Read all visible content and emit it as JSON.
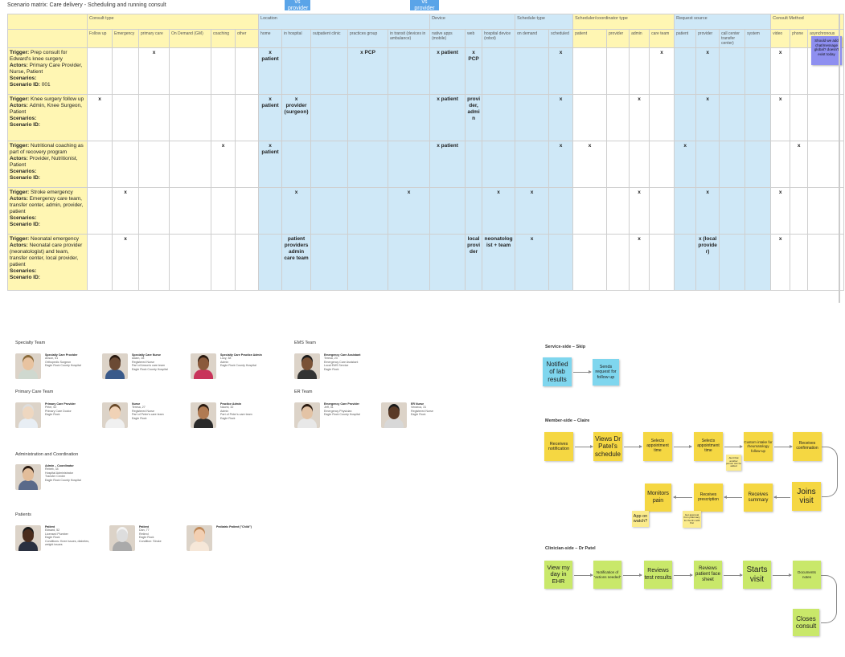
{
  "page_title": "Scenario matrix: Care delivery - Scheduling and running consult",
  "floating": [
    "vs provider",
    "vs provider"
  ],
  "purple_note": "Should we add chat/message global? doesn't exist today",
  "groups": [
    "Consult type",
    "Location",
    "Device",
    "Schedule type",
    "Scheduler/coordinator type",
    "Request source",
    "Consult Method"
  ],
  "columns": [
    "Follow up",
    "Emergency",
    "primary care",
    "On Demand (GM)",
    "coaching",
    "other",
    "home",
    "in hospital",
    "outpatient clinic",
    "practices group",
    "in transit (devices in ambulance)",
    "native apps (mobile)",
    "web",
    "hospital device (robot)",
    "on demand",
    "scheduled",
    "patient",
    "provider",
    "admin",
    "care team",
    "patient",
    "provider",
    "call center transfer center)",
    "system",
    "video",
    "phone",
    "asynchronous"
  ],
  "rows": [
    {
      "trigger": "Prep consult for Edward's knee surgery",
      "actors": "Primary Care Provider, Nurse, Patient",
      "scenario_id": "001",
      "cells": [
        "",
        "",
        "x",
        "",
        "",
        "",
        "x patient",
        "",
        "",
        "x PCP",
        "",
        "x patient",
        "x PCP",
        "",
        "",
        "x",
        "",
        "",
        "",
        "x",
        "",
        "x",
        "",
        "",
        "x",
        "",
        ""
      ]
    },
    {
      "trigger": "Knee surgery follow up",
      "actors": "Admin, Knee Surgeon, Patient",
      "scenario_id": "",
      "cells": [
        "x",
        "",
        "",
        "",
        "",
        "",
        "x patient",
        "x provider (surgeon)",
        "",
        "",
        "",
        "x patient",
        "provider, admin",
        "",
        "",
        "x",
        "",
        "",
        "x",
        "",
        "",
        "x",
        "",
        "",
        "x",
        "",
        ""
      ]
    },
    {
      "trigger": "Nutritional coaching as part of recovery program",
      "actors": "Provider, Nutritionist, Patient",
      "scenario_id": "",
      "cells": [
        "",
        "",
        "",
        "",
        "x",
        "",
        "x patient",
        "",
        "",
        "",
        "",
        "x patient",
        "",
        "",
        "",
        "x",
        "x",
        "",
        "",
        "",
        "x",
        "",
        "",
        "",
        "",
        "x",
        ""
      ]
    },
    {
      "trigger": "Stroke emergency",
      "actors": "Emergency care team, transfer center, admin, provider, patient",
      "scenario_id": "",
      "cells": [
        "",
        "x",
        "",
        "",
        "",
        "",
        "",
        "x",
        "",
        "",
        "x",
        "",
        "",
        "x",
        "x",
        "",
        "",
        "",
        "x",
        "",
        "",
        "x",
        "",
        "",
        "x",
        "",
        ""
      ]
    },
    {
      "trigger": "Neonatal emergency",
      "actors": "Neonatal care provider (neonatologist) and team, transfer center, local provider, patient",
      "scenario_id": "",
      "cells": [
        "",
        "x",
        "",
        "",
        "",
        "",
        "",
        "patient providers admin care team",
        "",
        "",
        "",
        "",
        "local provider",
        "neonatologist + team",
        "x",
        "",
        "",
        "",
        "x",
        "",
        "",
        "x (local provider)",
        "",
        "",
        "x",
        "",
        ""
      ]
    }
  ],
  "labels": {
    "trigger": "Trigger:",
    "actors": "Actors:",
    "scenarios": "Scenarios:",
    "scenario_id": "Scenario ID:"
  },
  "sections": {
    "specialty": "Specialty Team",
    "ems": "EMS Team",
    "primary": "Primary Care Team",
    "er": "ER Team",
    "admin": "Administration and Coordination",
    "patients": "Patients"
  },
  "people": [
    {
      "name": "Specialty Care Provider",
      "lines": [
        "Anson, 51",
        "Orthopedic Surgeon",
        "Eagle Rock County Hospital"
      ]
    },
    {
      "name": "Specialty Care Nurse",
      "lines": [
        "Adam, 28",
        "Registered Nurse",
        "Part of Anson's care team",
        "Eagle Rock County Hospital"
      ]
    },
    {
      "name": "Specialty Care Practice Admin",
      "lines": [
        "Lucy, 38",
        "Admin",
        "Eagle Rock County Hospital"
      ]
    },
    {
      "name": "Emergency Care Assistant",
      "lines": [
        "Teresa, 23",
        "Emergency Care Assistant",
        "Local EMS Service",
        "Eagle Rock"
      ]
    },
    {
      "name": "Primary Care Provider",
      "lines": [
        "Peter, 62",
        "Primary Care Doctor",
        "Eagle Rock"
      ]
    },
    {
      "name": "Nurse",
      "lines": [
        "Teresa, 27",
        "Registered Nurse",
        "Part of Peter's care team",
        "Eagle Rock"
      ]
    },
    {
      "name": "Practice Admin",
      "lines": [
        "Naomi, 32",
        "Admin",
        "Part of Peter's care team",
        "Eagle Rock"
      ]
    },
    {
      "name": "Emergency Care Provider",
      "lines": [
        "Jeff, 31",
        "Emergency Physician",
        "Eagle Rock County Hospital"
      ]
    },
    {
      "name": "ER Nurse",
      "lines": [
        "Veraeca, 31",
        "Registered Nurse",
        "Eagle Rock"
      ]
    },
    {
      "name": "Admin – Coordinator",
      "lines": [
        "Rebeb, 34",
        "Hospital Administrator",
        "Transfer Center",
        "Eagle Rock County Hospital"
      ]
    },
    {
      "name": "Patient",
      "lines": [
        "Edward, 52",
        "Licensed Plumber",
        "Eagle Rock",
        "Conditions: Knee issues, diabetes, weight issues"
      ]
    },
    {
      "name": "Patient",
      "lines": [
        "Dan, 77",
        "Retired",
        "Eagle Rock",
        "Condition: Stroke"
      ]
    },
    {
      "name": "Pediatric Patient (\"Child\")",
      "lines": []
    }
  ],
  "flow": {
    "service_title": "Service-side – Skip",
    "member_title": "Member-side – Claire",
    "clinician_title": "Clinician-side – Dr Patel",
    "service": [
      "Notified of lab results",
      "Sends request for follow up"
    ],
    "member": [
      "Receives notification",
      "Views Dr Patel's schedule",
      "Selects appointment time",
      "Selects appointment time",
      "Custom intake for rheumatology follow-up",
      "Receives confirmation",
      "Joins visit",
      "Receives summary",
      "Receives prescription",
      "Monitors pain"
    ],
    "member_notes": [
      "Alert that another person can be added",
      "App on watch?",
      "Get approval from pharmacy for the Rx refill first"
    ],
    "clinician": [
      "View my day in EHR",
      "Notification of \"actions needed\"",
      "Reviews test results",
      "Reviews patient face sheet",
      "Starts visit",
      "Documents notes",
      "Closes consult"
    ]
  }
}
